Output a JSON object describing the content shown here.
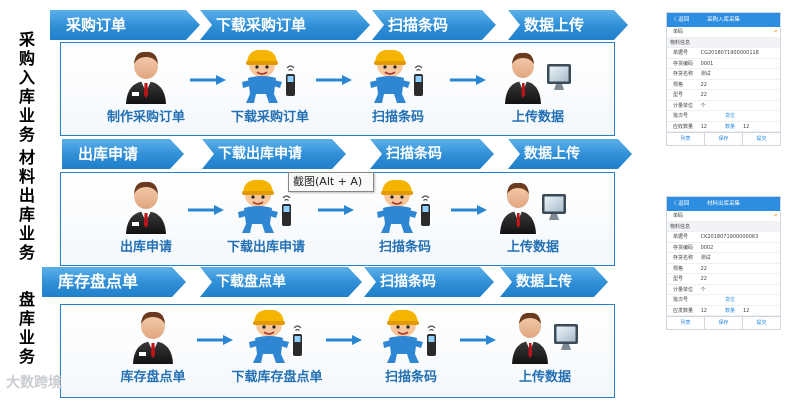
{
  "rows": [
    {
      "side_label": "采\n购\n入\n库\n业\n务",
      "banners": [
        "采购订单",
        "下载采购订单",
        "扫描条码",
        "数据上传"
      ],
      "steps": [
        "制作采购订单",
        "下载采购订单",
        "扫描条码",
        "上传数据"
      ]
    },
    {
      "side_label": "材\n料\n出\n库\n业\n务",
      "banners": [
        "出库申请",
        "下载出库申请",
        "扫描条码",
        "数据上传"
      ],
      "steps": [
        "出库申请",
        "下载出库申请",
        "扫描条码",
        "上传数据"
      ]
    },
    {
      "side_label": "盘\n库\n业\n务",
      "banners": [
        "库存盘点单",
        "下载盘点单",
        "扫描条码",
        "数据上传"
      ],
      "steps": [
        "库存盘点单",
        "下载库存盘点单",
        "扫描条码",
        "上传数据"
      ]
    }
  ],
  "tooltip": "截图(Alt + A)",
  "watermark": "大数跨境",
  "phones": [
    {
      "back": "〈 返回",
      "title": "采购入库采集",
      "scan_label": "单码",
      "section": "物料信息",
      "fields": [
        {
          "k": "单据号",
          "v": "CG2018071900000118"
        },
        {
          "k": "存货编码",
          "v": "0001"
        },
        {
          "k": "存货名称",
          "v": "测试"
        },
        {
          "k": "规格",
          "v": "22"
        },
        {
          "k": "型号",
          "v": "22"
        },
        {
          "k": "计量单位",
          "v": "个"
        },
        {
          "k": "批次号",
          "v": "",
          "k2": "货位",
          "v2": ""
        },
        {
          "k": "应收数量",
          "v": "12",
          "k2": "数量",
          "v2": "12"
        }
      ],
      "footer": [
        "列表",
        "保存",
        "提交"
      ]
    },
    {
      "back": "〈 返回",
      "title": "材料出库采集",
      "scan_label": "单码",
      "section": "物料信息",
      "fields": [
        {
          "k": "单据号",
          "v": "CK2018071900000063"
        },
        {
          "k": "存货编码",
          "v": "0002"
        },
        {
          "k": "存货名称",
          "v": "测试"
        },
        {
          "k": "规格",
          "v": "22"
        },
        {
          "k": "型号",
          "v": "22"
        },
        {
          "k": "计量单位",
          "v": "个"
        },
        {
          "k": "批次号",
          "v": "",
          "k2": "货位",
          "v2": ""
        },
        {
          "k": "应发数量",
          "v": "12",
          "k2": "数量",
          "v2": "12"
        }
      ],
      "footer": [
        "列表",
        "保存",
        "提交"
      ]
    }
  ]
}
